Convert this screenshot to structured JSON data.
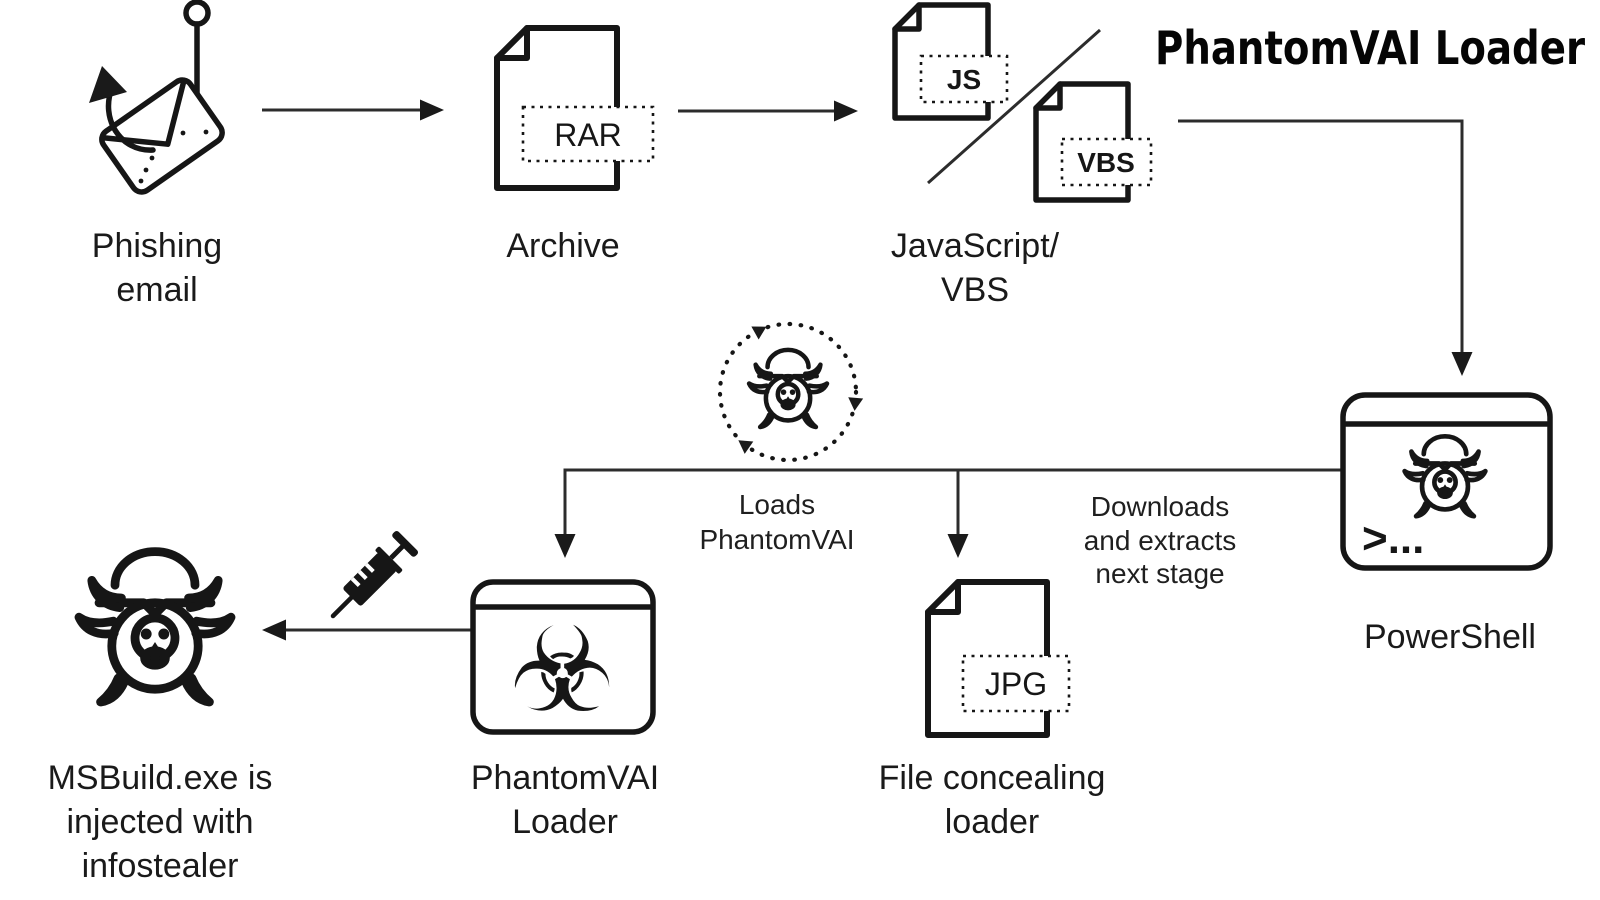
{
  "title": "PhantomVAI Loader",
  "colors": {
    "background": "#ffffff",
    "ink": "#161616",
    "connector": "#2c2c2c"
  },
  "nodes": {
    "phishing": {
      "line1": "Phishing",
      "line2": "email"
    },
    "archive": {
      "label": "Archive",
      "badge": "RAR"
    },
    "scripts": {
      "line1": "JavaScript/",
      "line2": "VBS",
      "js_badge": "JS",
      "vbs_badge": "VBS"
    },
    "powershell": {
      "label": "PowerShell",
      "prompt": ">..."
    },
    "loader": {
      "line1": "PhantomVAI",
      "line2": "Loader",
      "biohazard_glyph": "☣"
    },
    "concealer": {
      "line1": "File concealing",
      "line2": "loader",
      "badge": "JPG"
    },
    "msbuild": {
      "line1": "MSBuild.exe is",
      "line2": "injected with",
      "line3": "infostealer"
    }
  },
  "annotations": {
    "loads": {
      "line1": "Loads",
      "line2": "PhantomVAI"
    },
    "downloads": {
      "line1": "Downloads",
      "line2": "and extracts",
      "line3": "next stage"
    }
  }
}
